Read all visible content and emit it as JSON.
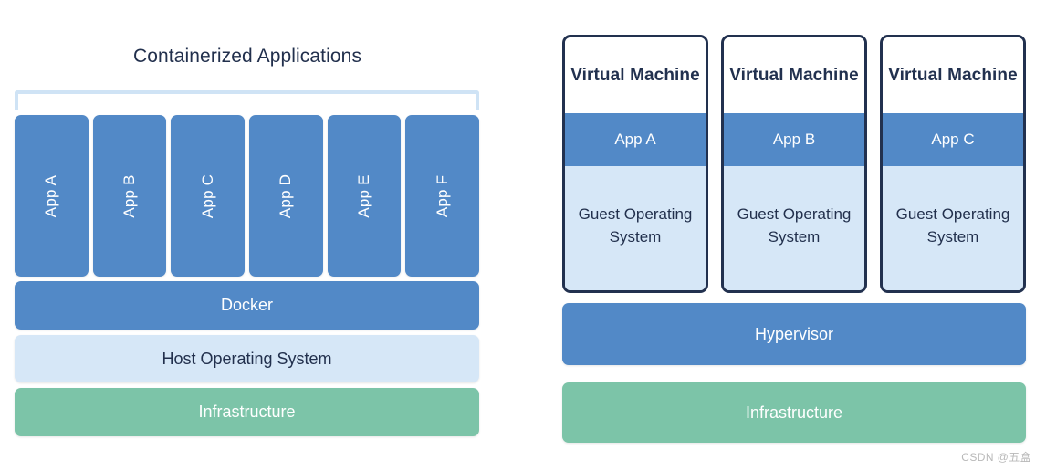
{
  "colors": {
    "background": "#ffffff",
    "app_blue": "#5289c7",
    "light_blue": "#d6e7f7",
    "bracket_blue": "#cfe3f5",
    "green": "#7cc4a8",
    "navy_text": "#22304d",
    "vm_border": "#22314f",
    "white_text": "#ffffff",
    "watermark_gray": "#b9b9b9"
  },
  "left_panel": {
    "title": "Containerized Applications",
    "bracket_icon": "bracket-top-open",
    "app_columns": [
      {
        "label": "App A"
      },
      {
        "label": "App B"
      },
      {
        "label": "App C"
      },
      {
        "label": "App D"
      },
      {
        "label": "App E"
      },
      {
        "label": "App F"
      }
    ],
    "layers": [
      {
        "label": "Docker"
      },
      {
        "label": "Host Operating System"
      },
      {
        "label": "Infrastructure"
      }
    ]
  },
  "right_panel": {
    "vms": [
      {
        "title": "Virtual Machine",
        "app": "App A",
        "guest_os": "Guest Operating System"
      },
      {
        "title": "Virtual Machine",
        "app": "App B",
        "guest_os": "Guest Operating System"
      },
      {
        "title": "Virtual Machine",
        "app": "App C",
        "guest_os": "Guest Operating System"
      }
    ],
    "layers": [
      {
        "label": "Hypervisor"
      },
      {
        "label": "Infrastructure"
      }
    ]
  },
  "watermark": {
    "text": "CSDN @五盒"
  }
}
